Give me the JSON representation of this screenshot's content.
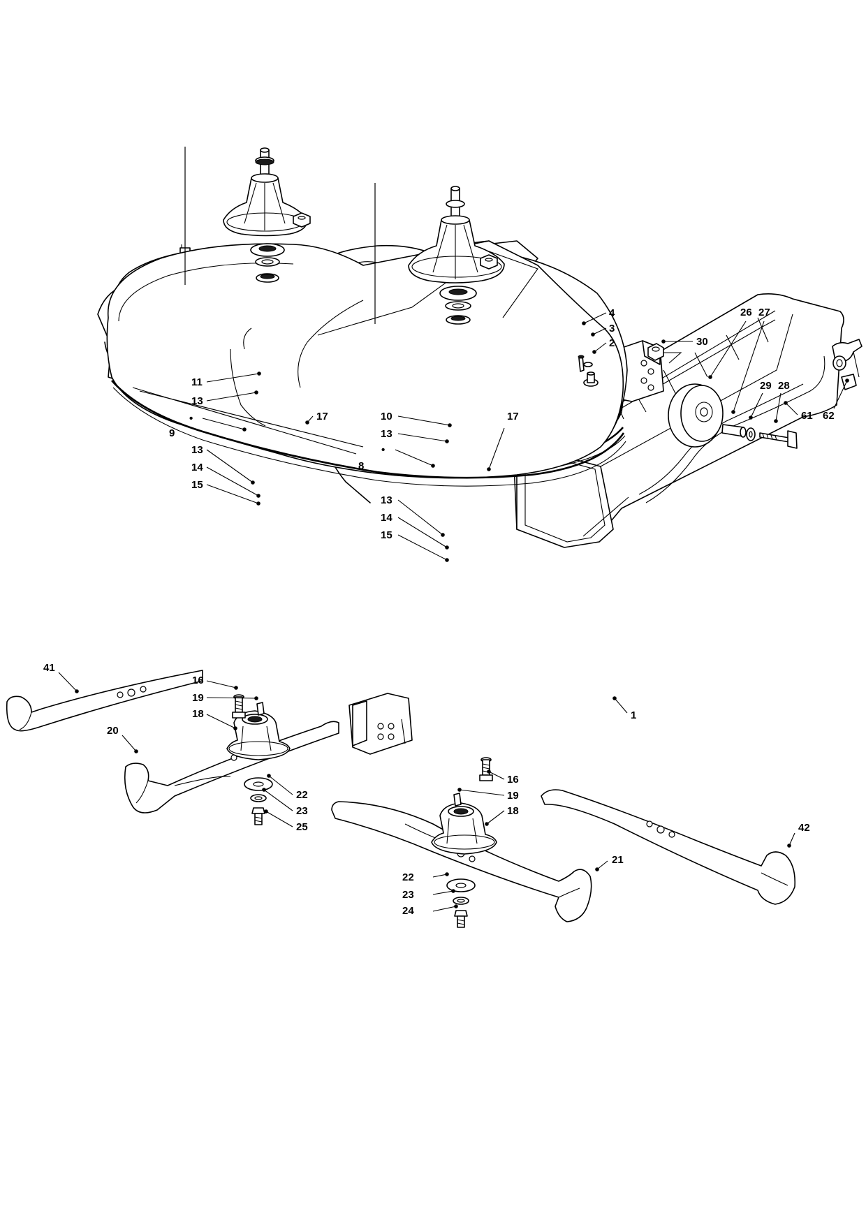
{
  "callouts": [
    {
      "id": "c1",
      "text": "1"
    },
    {
      "id": "c2",
      "text": "2"
    },
    {
      "id": "c3",
      "text": "3"
    },
    {
      "id": "c4",
      "text": "4"
    },
    {
      "id": "c8",
      "text": "8"
    },
    {
      "id": "c9",
      "text": "9"
    },
    {
      "id": "c10",
      "text": "10"
    },
    {
      "id": "c11",
      "text": "11"
    },
    {
      "id": "c13a",
      "text": "13"
    },
    {
      "id": "c13b",
      "text": "13"
    },
    {
      "id": "c13c",
      "text": "13"
    },
    {
      "id": "c13d",
      "text": "13"
    },
    {
      "id": "c14a",
      "text": "14"
    },
    {
      "id": "c14b",
      "text": "14"
    },
    {
      "id": "c15a",
      "text": "15"
    },
    {
      "id": "c15b",
      "text": "15"
    },
    {
      "id": "c16a",
      "text": "16"
    },
    {
      "id": "c16b",
      "text": "16"
    },
    {
      "id": "c17a",
      "text": "17"
    },
    {
      "id": "c17b",
      "text": "17"
    },
    {
      "id": "c18a",
      "text": "18"
    },
    {
      "id": "c18b",
      "text": "18"
    },
    {
      "id": "c19a",
      "text": "19"
    },
    {
      "id": "c19b",
      "text": "19"
    },
    {
      "id": "c20",
      "text": "20"
    },
    {
      "id": "c21",
      "text": "21"
    },
    {
      "id": "c22a",
      "text": "22"
    },
    {
      "id": "c22b",
      "text": "22"
    },
    {
      "id": "c23a",
      "text": "23"
    },
    {
      "id": "c23b",
      "text": "23"
    },
    {
      "id": "c24",
      "text": "24"
    },
    {
      "id": "c25",
      "text": "25"
    },
    {
      "id": "c26",
      "text": "26"
    },
    {
      "id": "c27",
      "text": "27"
    },
    {
      "id": "c28",
      "text": "28"
    },
    {
      "id": "c29",
      "text": "29"
    },
    {
      "id": "c30",
      "text": "30"
    },
    {
      "id": "c41",
      "text": "41"
    },
    {
      "id": "c42",
      "text": "42"
    },
    {
      "id": "c61",
      "text": "61"
    },
    {
      "id": "c62",
      "text": "62"
    },
    {
      "id": "cdot9",
      "text": "•"
    },
    {
      "id": "cdot8",
      "text": "•"
    }
  ]
}
